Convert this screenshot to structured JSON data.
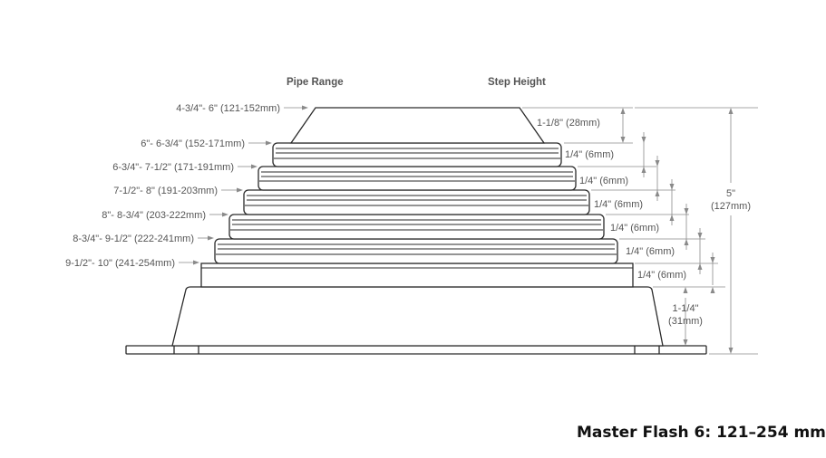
{
  "headers": {
    "pipe_range": "Pipe Range",
    "step_height": "Step Height"
  },
  "pipe_ranges": [
    "4-3/4\"- 6\" (121-152mm)",
    "6\"- 6-3/4\" (152-171mm)",
    "6-3/4\"- 7-1/2\" (171-191mm)",
    "7-1/2\"- 8\" (191-203mm)",
    "8\"- 8-3/4\" (203-222mm)",
    "8-3/4\"- 9-1/2\" (222-241mm)",
    "9-1/2\"- 10\" (241-254mm)"
  ],
  "step_heights": [
    "1-1/8\" (28mm)",
    "1/4\" (6mm)",
    "1/4\" (6mm)",
    "1/4\" (6mm)",
    "1/4\" (6mm)",
    "1/4\" (6mm)",
    "1/4\" (6mm)"
  ],
  "base_height": {
    "line1": "1-1/4\"",
    "line2": "(31mm)"
  },
  "total_height": {
    "line1": "5\"",
    "line2": "(127mm)"
  },
  "caption": "Master Flash 6: 121–254 mm"
}
